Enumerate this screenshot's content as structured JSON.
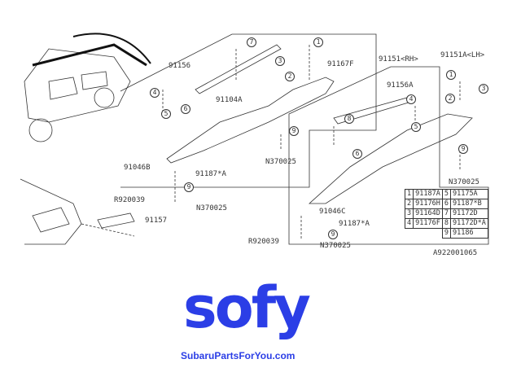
{
  "labels": {
    "rh_assembly": "91151<RH>",
    "lh_assembly": "91151A<LH>",
    "rh_rail_cover": "91156",
    "lh_rail_cover": "91156A",
    "rh_rail": "91104A",
    "bolt_rh": "91167F",
    "nut_rh_center": "N370025",
    "rh_end_cap": "91046B",
    "rh_clip": "91187*A",
    "rh_rivet": "R920039",
    "rh_nut_lower": "N370025",
    "rear_part": "91157",
    "lh_nut_right": "N370025",
    "lh_end_cap": "91046C",
    "lh_clip": "91187*A",
    "lh_rivet": "R920039",
    "lh_nut_lower": "N370025",
    "diagram_code": "A922001065"
  },
  "legend": [
    {
      "num": "1",
      "part": "91187A"
    },
    {
      "num": "2",
      "part": "91176H"
    },
    {
      "num": "3",
      "part": "91164D"
    },
    {
      "num": "4",
      "part": "91176F"
    },
    {
      "num": "5",
      "part": "91175A"
    },
    {
      "num": "6",
      "part": "91187*B"
    },
    {
      "num": "7",
      "part": "91172D"
    },
    {
      "num": "8",
      "part": "91172D*A"
    },
    {
      "num": "9",
      "part": "91186"
    }
  ],
  "callouts": [
    "1",
    "2",
    "3",
    "4",
    "5",
    "6",
    "7",
    "8",
    "9"
  ],
  "watermark": {
    "logo": "sofy",
    "site": "SubaruPartsForYou.com",
    "color": "#2b3ee6"
  }
}
